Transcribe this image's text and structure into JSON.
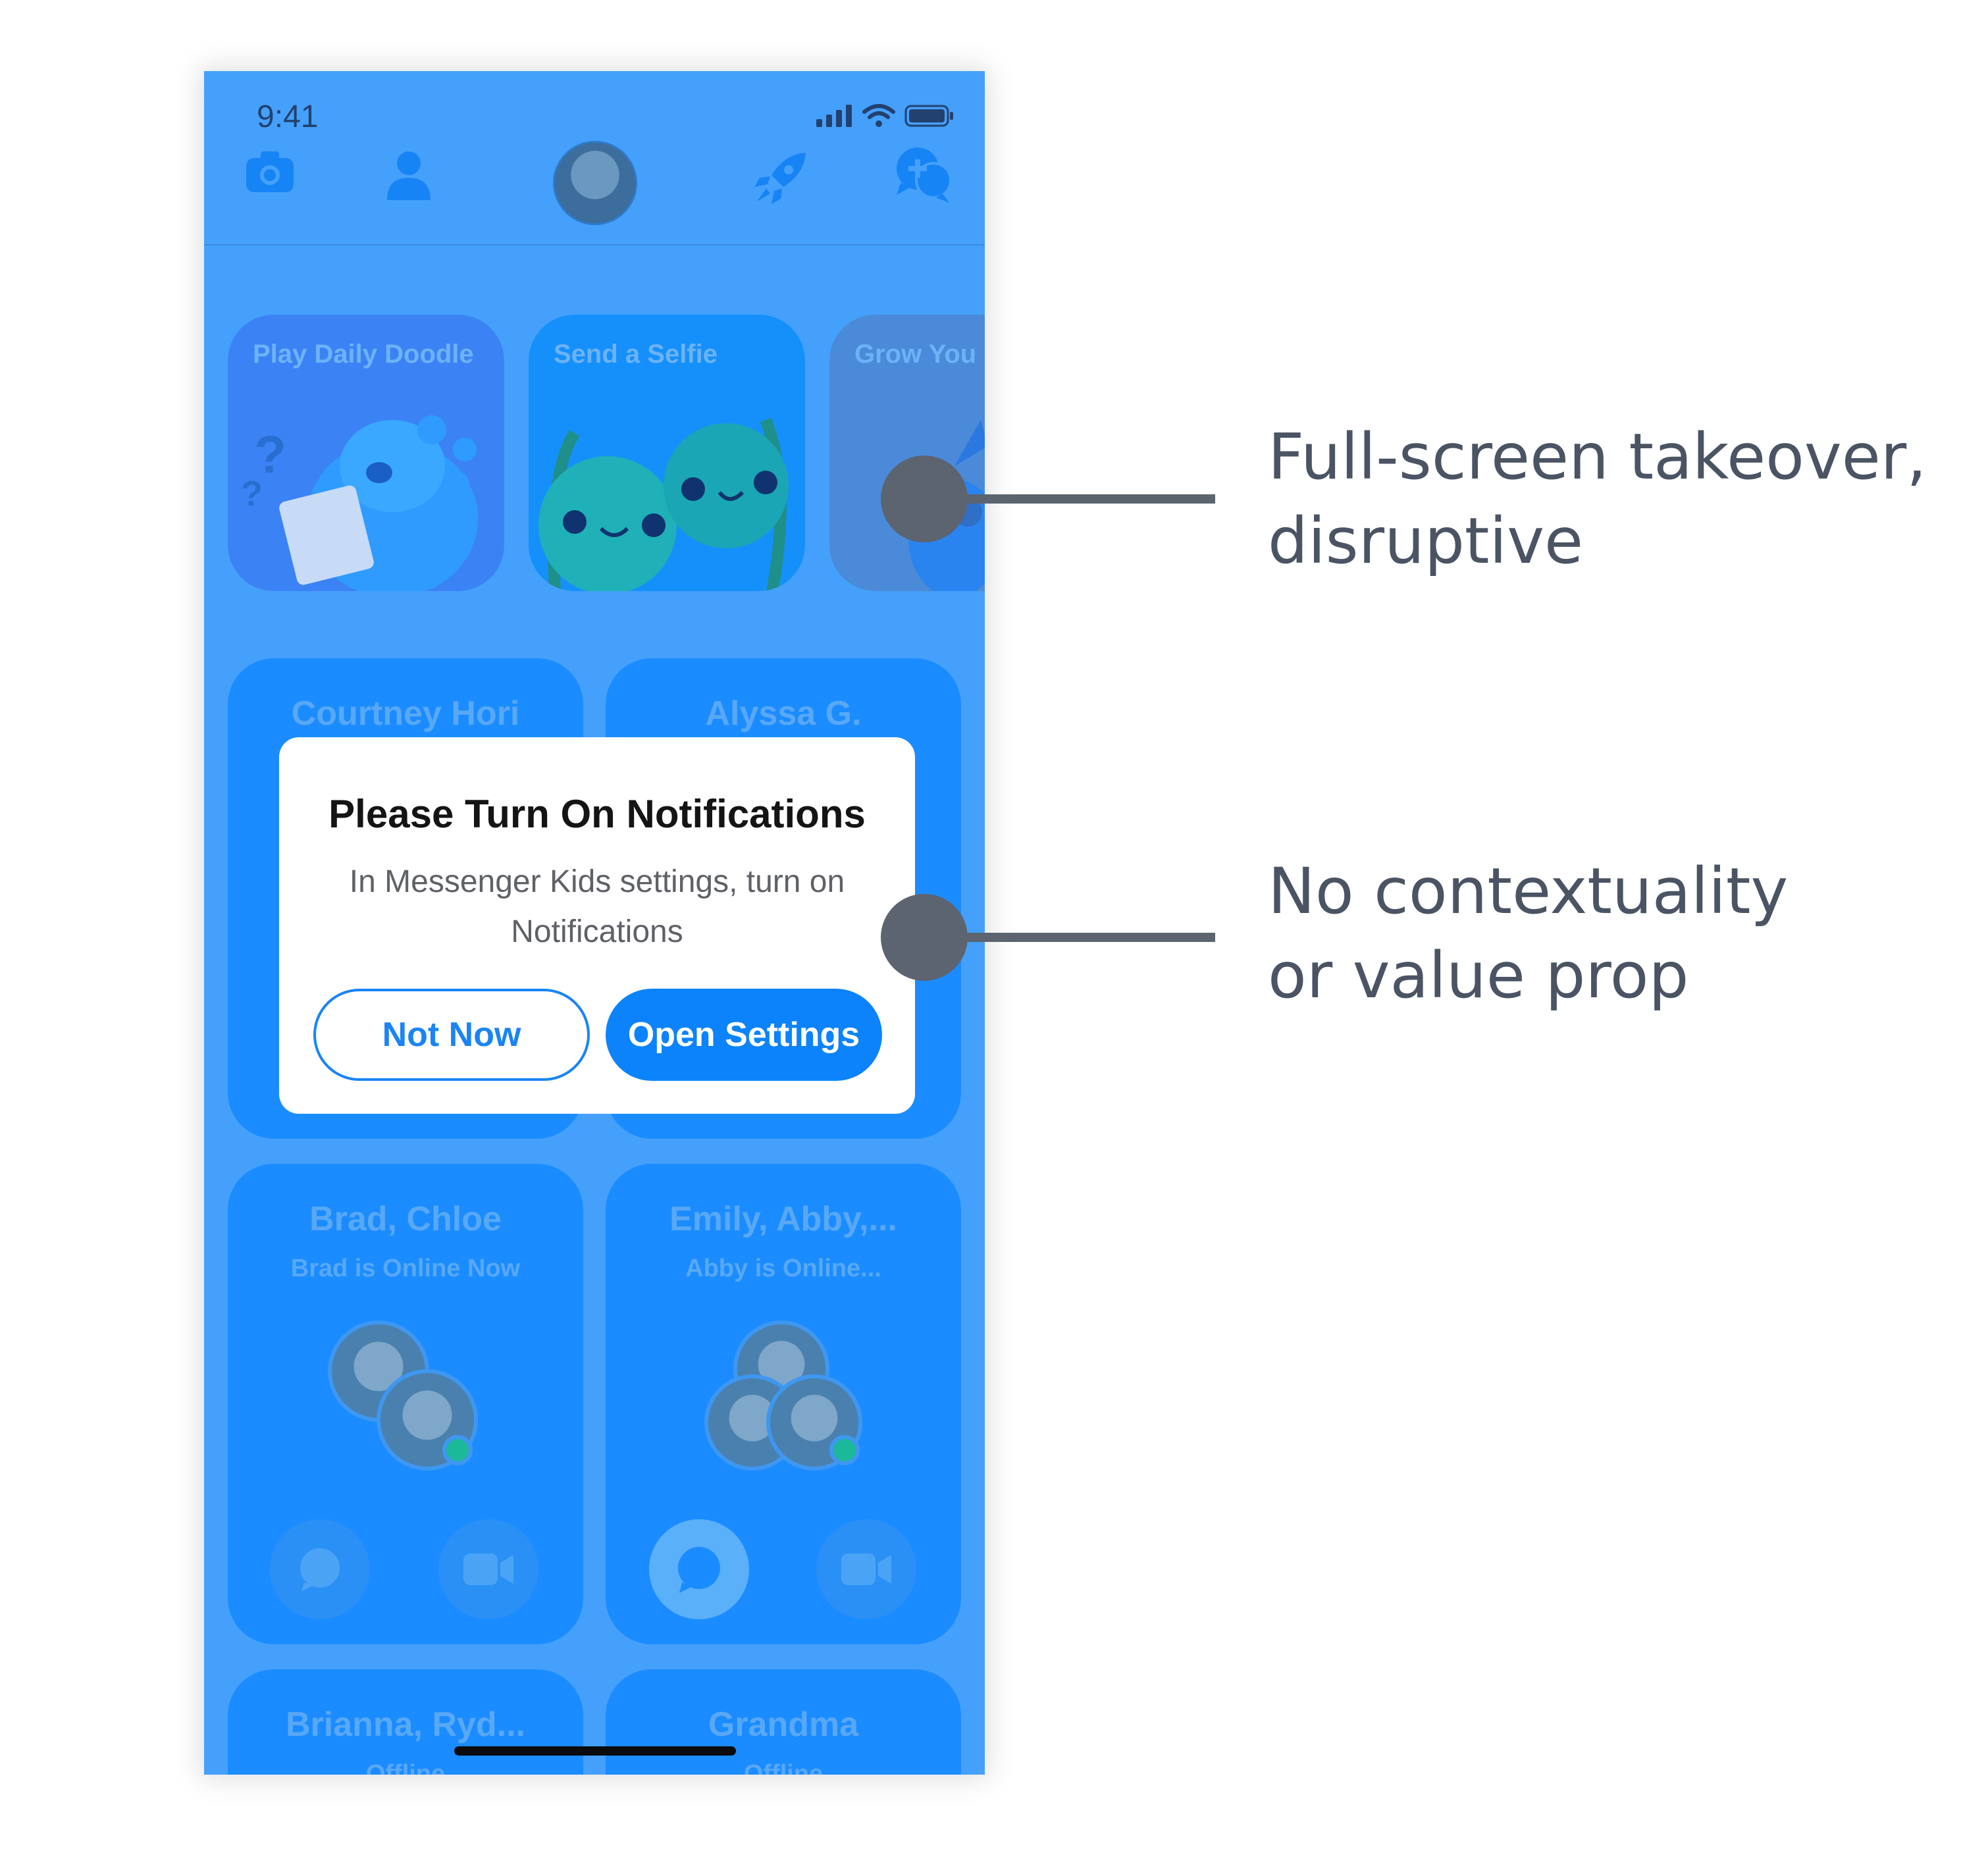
{
  "status_bar": {
    "time": "9:41"
  },
  "feature_cards": [
    {
      "title": "Play Daily Doodle"
    },
    {
      "title": "Send a Selfie"
    },
    {
      "title": "Grow You"
    }
  ],
  "contacts": [
    {
      "name": "Courtney Hori"
    },
    {
      "name": "Alyssa G."
    },
    {
      "name": "Brad, Chloe",
      "status": "Brad is Online Now"
    },
    {
      "name": "Emily, Abby,...",
      "status": "Abby is Online..."
    },
    {
      "name": "Brianna, Ryd...",
      "status": "Offline"
    },
    {
      "name": "Grandma",
      "status": "Offline"
    }
  ],
  "dialog": {
    "title": "Please Turn On Notifications",
    "body": "In Messenger Kids settings, turn on Notifications",
    "secondary_label": "Not Now",
    "primary_label": "Open Settings"
  },
  "annotations": {
    "top": [
      "Full-screen takeover,",
      "disruptive"
    ],
    "bottom": [
      "No contextuality",
      "or value prop"
    ]
  },
  "colors": {
    "overlay_blue": "#45a0fb",
    "primary": "#0c83fb",
    "annotation_gray": "#5c646f"
  }
}
